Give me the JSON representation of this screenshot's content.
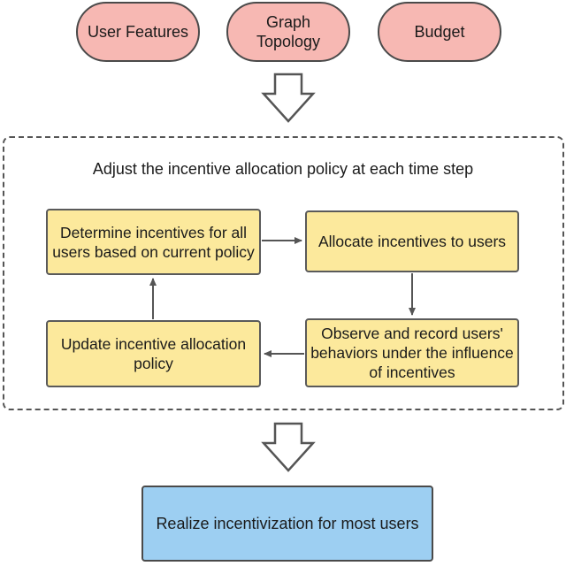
{
  "inputs": {
    "user_features": "User Features",
    "graph_topology": "Graph\nTopology",
    "budget": "Budget"
  },
  "loop": {
    "title": "Adjust the incentive allocation policy at each time step",
    "steps": {
      "determine": "Determine incentives for all users based on current policy",
      "allocate": "Allocate incentives to users",
      "observe": "Observe and record users' behaviors under the influence of incentives",
      "update": "Update incentive allocation policy"
    }
  },
  "output": {
    "label": "Realize incentivization for most users"
  },
  "colors": {
    "input_fill": "#f7b8b3",
    "step_fill": "#fce99c",
    "output_fill": "#9dcff2",
    "stroke": "#4a4a4a"
  }
}
